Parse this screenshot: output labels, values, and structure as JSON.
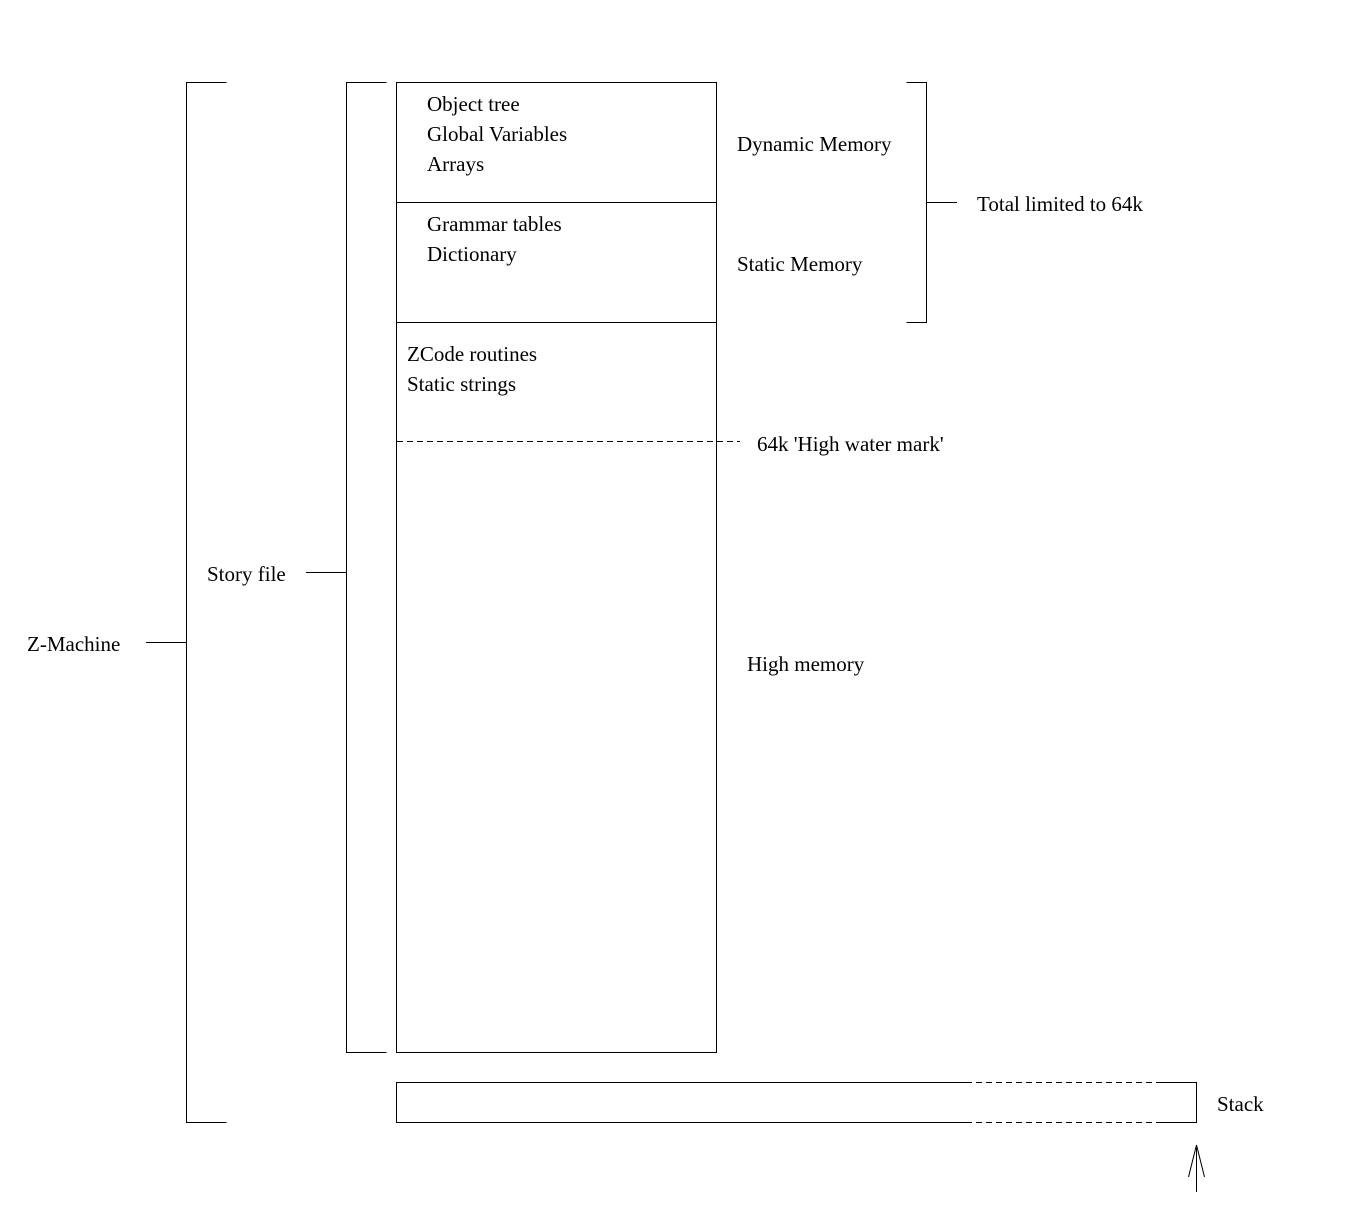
{
  "labels": {
    "z_machine": "Z-Machine",
    "story_file": "Story file",
    "dynamic_memory": "Dynamic Memory",
    "static_memory": "Static Memory",
    "total_limit": "Total limited to 64k",
    "high_water_mark": "64k 'High water mark'",
    "high_memory": "High memory",
    "stack": "Stack"
  },
  "sections": {
    "dynamic": [
      "Object tree",
      "Global Variables",
      "Arrays"
    ],
    "static": [
      "Grammar tables",
      "Dictionary"
    ],
    "high": [
      "ZCode routines",
      "Static strings"
    ]
  },
  "colors": {
    "line": "#000000",
    "background": "#ffffff"
  }
}
